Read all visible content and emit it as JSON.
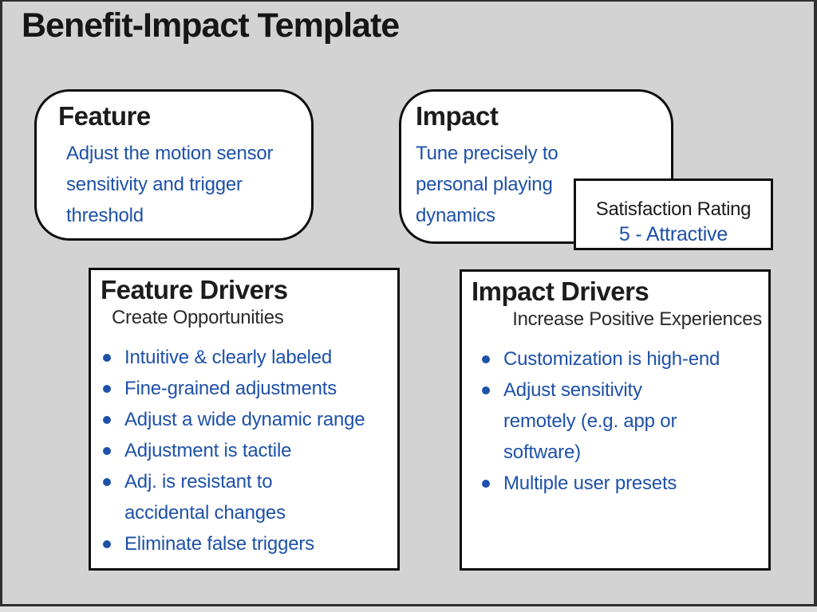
{
  "title": "Benefit-Impact Template",
  "colors": {
    "background": "#d3d3d3",
    "handwriting_blue": "#1e51a8",
    "box_border": "#0f0f0f",
    "box_fill": "#ffffff",
    "heading_ink": "#161616"
  },
  "feature_box": {
    "label": "Feature",
    "text": "Adjust the motion sensor\nsensitivity and trigger\nthreshold"
  },
  "impact_box": {
    "label": "Impact",
    "text": "Tune precisely to\npersonal playing\ndynamics"
  },
  "satisfaction": {
    "label": "Satisfaction Rating",
    "value": "5 - Attractive"
  },
  "feature_drivers": {
    "label": "Feature Drivers",
    "subtitle": "Create Opportunities",
    "bullets": [
      "Intuitive & clearly labeled",
      "Fine-grained adjustments",
      "Adjust a wide dynamic range",
      "Adjustment is tactile",
      "Adj. is resistant to\naccidental changes",
      "Eliminate false triggers"
    ]
  },
  "impact_drivers": {
    "label": "Impact Drivers",
    "subtitle": "Increase Positive Experiences",
    "bullets": [
      "Customization is high-end",
      "Adjust sensitivity\nremotely (e.g. app or\nsoftware)",
      "Multiple user presets"
    ]
  }
}
